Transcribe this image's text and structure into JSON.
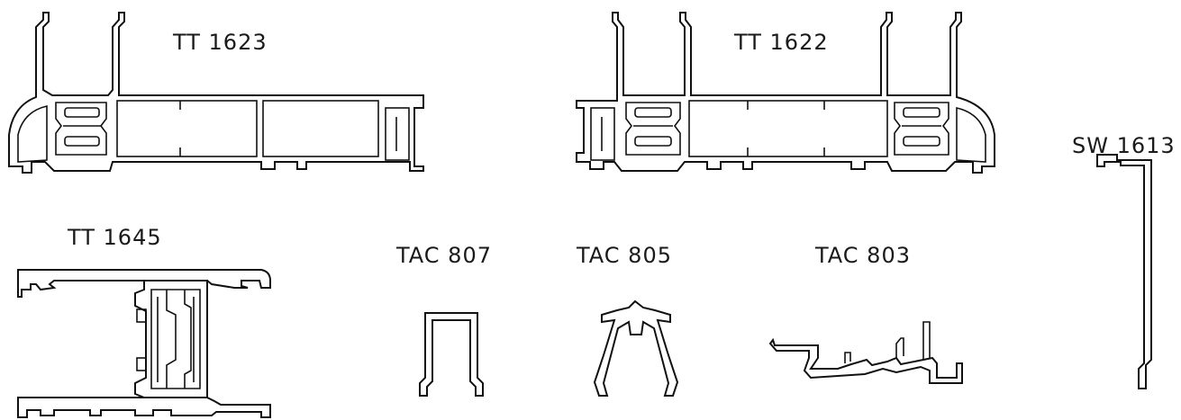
{
  "profiles": [
    {
      "key": "tt1623",
      "label": "TT 1623"
    },
    {
      "key": "tt1622",
      "label": "TT 1622"
    },
    {
      "key": "sw1613",
      "label": "SW 1613"
    },
    {
      "key": "tt1645",
      "label": "TT 1645"
    },
    {
      "key": "tac807",
      "label": "TAC 807"
    },
    {
      "key": "tac805",
      "label": "TAC 805"
    },
    {
      "key": "tac803",
      "label": "TAC 803"
    }
  ],
  "colors": {
    "line": "#111111",
    "background": "#ffffff"
  }
}
